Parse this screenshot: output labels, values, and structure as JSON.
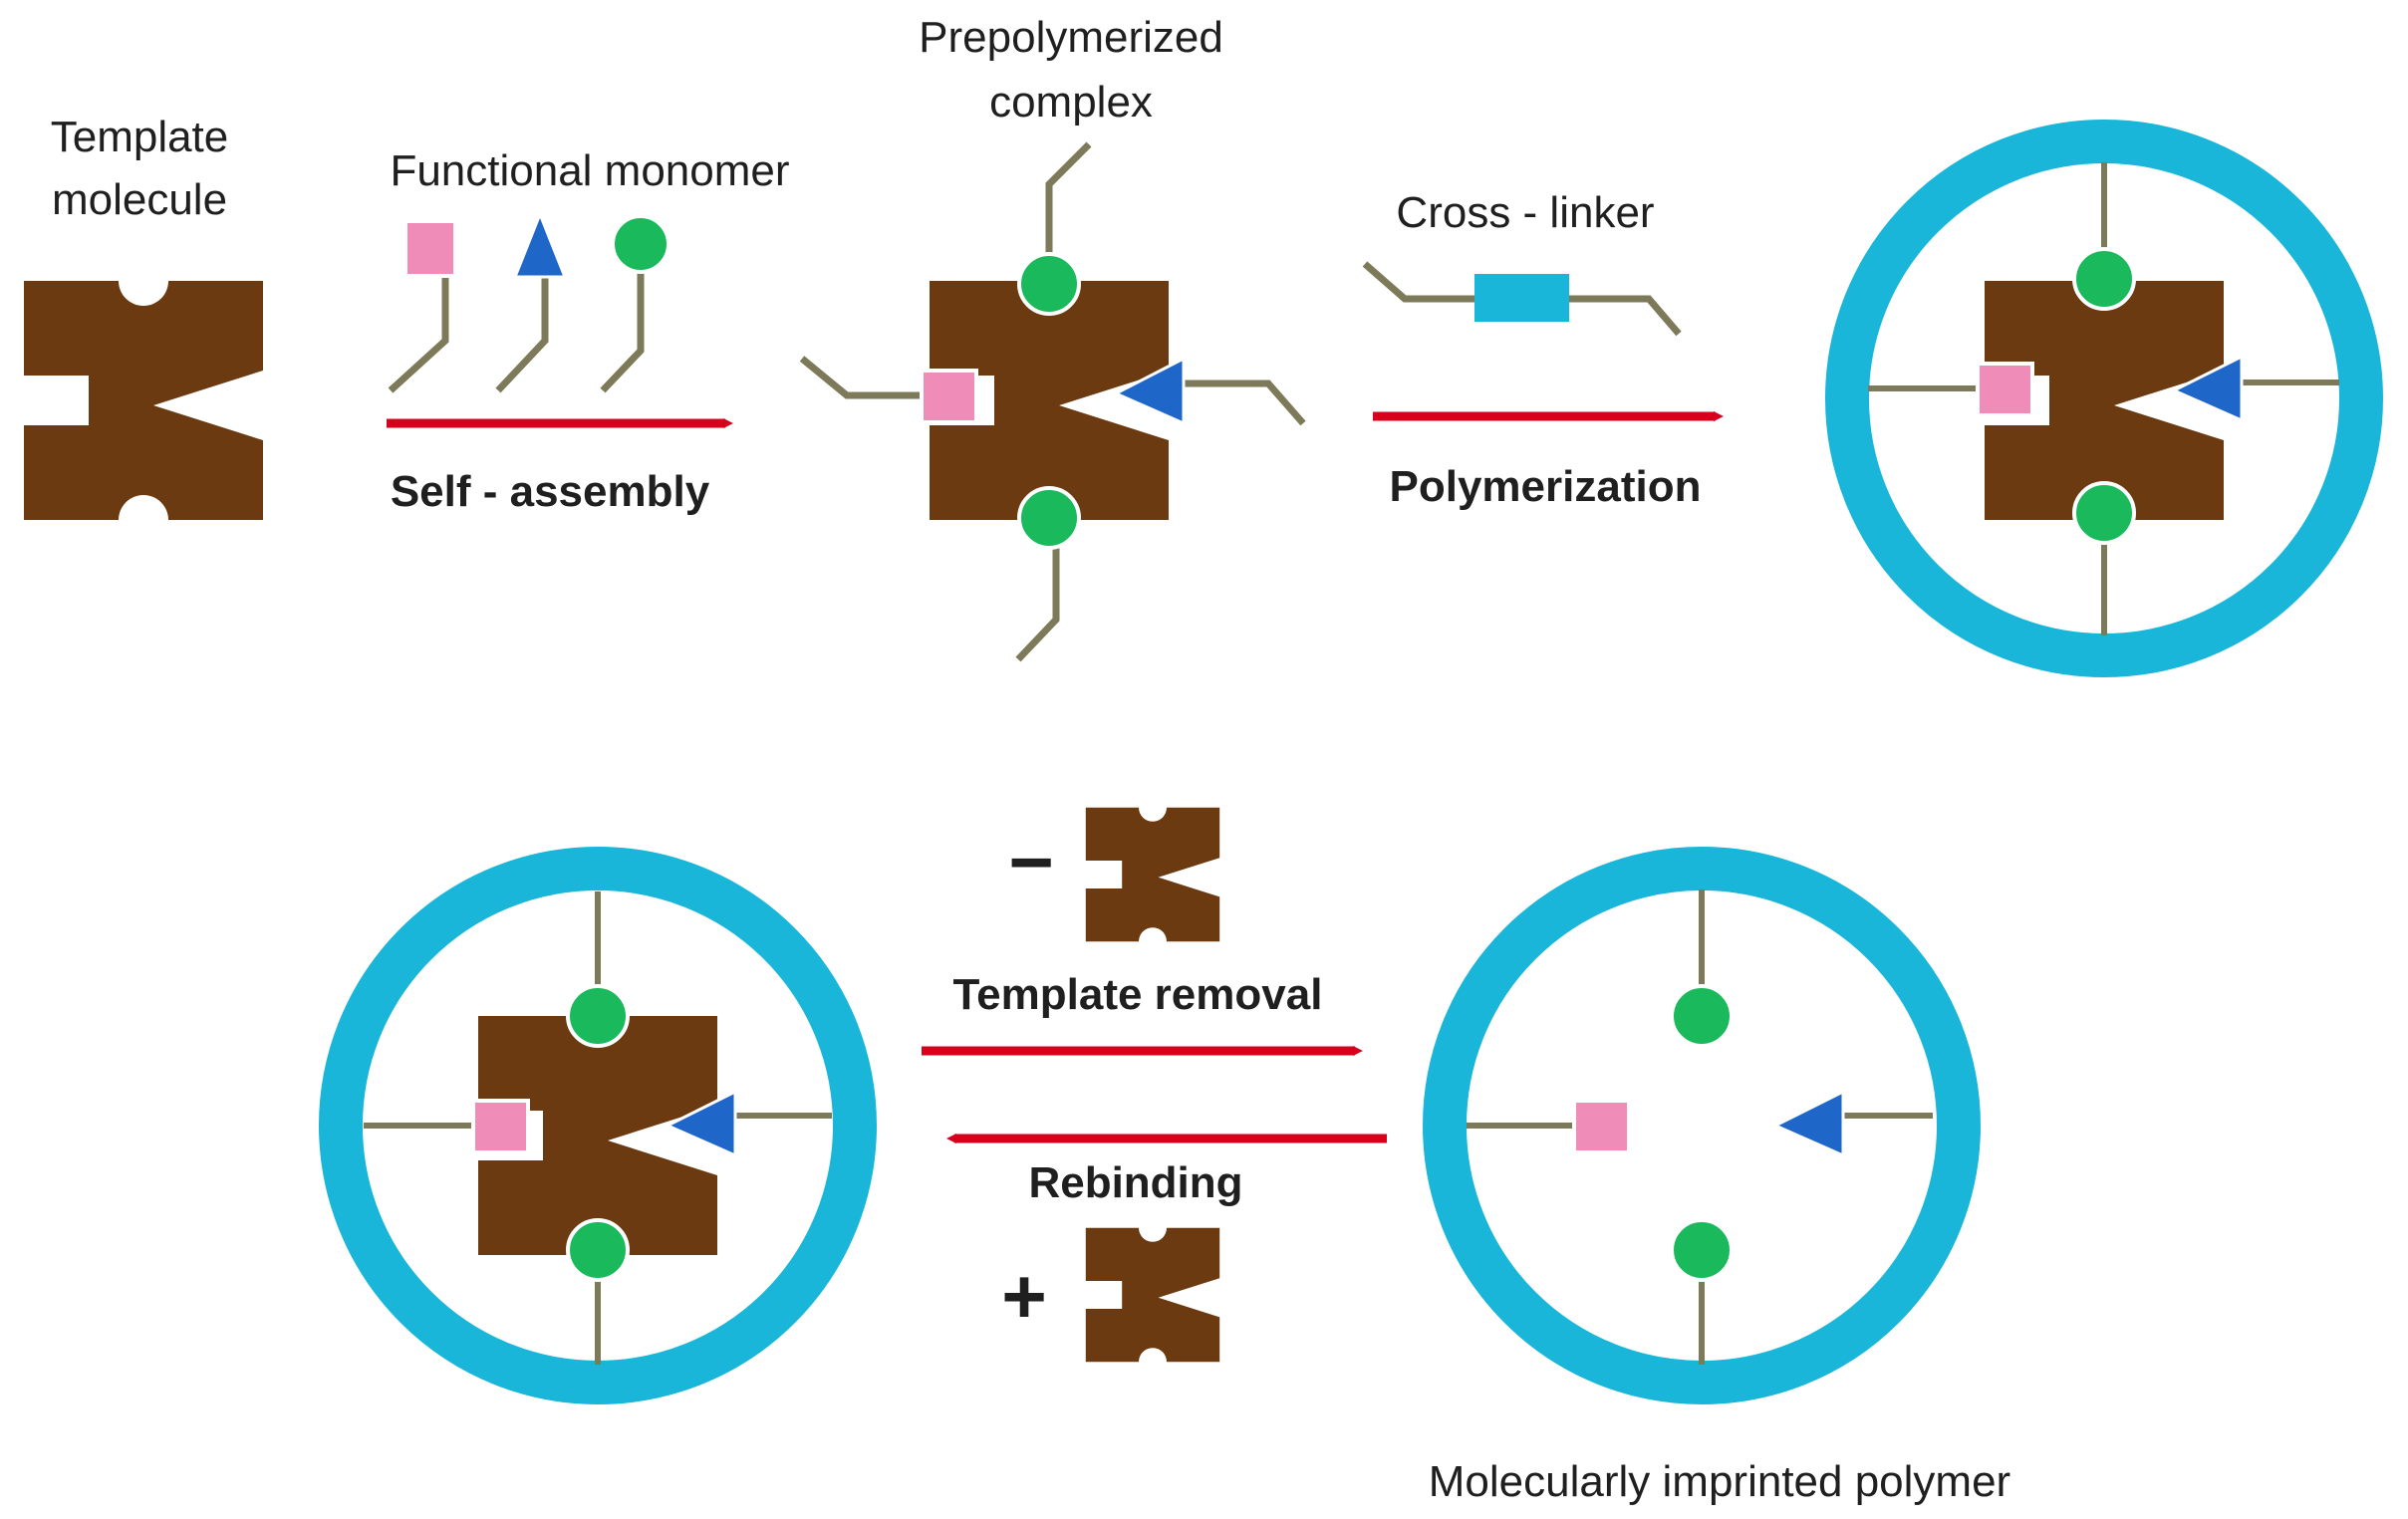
{
  "labels": {
    "template_molecule_line1": "Template",
    "template_molecule_line2": "molecule",
    "functional_monomer": "Functional monomer",
    "prepolymerized_line1": "Prepolymerized",
    "prepolymerized_line2": "complex",
    "cross_linker": "Cross - linker",
    "self_assembly": "Self - assembly",
    "polymerization": "Polymerization",
    "template_removal": "Template  removal",
    "rebinding": "Rebinding",
    "minus_sign": "−",
    "plus_sign": "+",
    "mip": "Molecularly  imprinted  polymer"
  },
  "colors": {
    "template": "#6b3a10",
    "ring": "#19b6d9",
    "arrow": "#d6001c",
    "rod": "#7d7a5a",
    "square_monomer": "#f08cb8",
    "triangle_monomer": "#1f66c9",
    "circle_monomer": "#1aba5c",
    "cross_linker_body": "#19b6d9"
  },
  "icons": [
    "template-molecule-icon",
    "square-monomer-icon",
    "triangle-monomer-icon",
    "circle-monomer-icon",
    "cross-linker-icon",
    "polymer-ring-icon",
    "reaction-arrow-icon"
  ]
}
